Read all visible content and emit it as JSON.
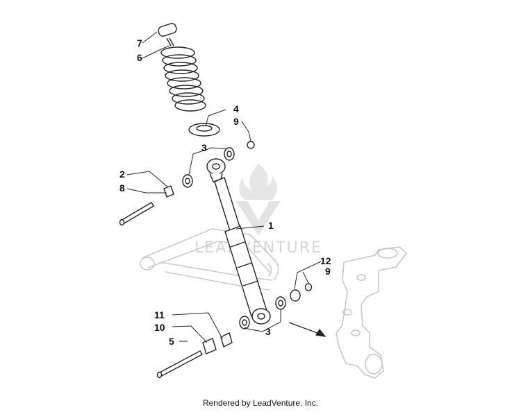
{
  "diagram": {
    "callouts": {
      "c1": "1",
      "c2": "2",
      "c3a": "3",
      "c3b": "3",
      "c4": "4",
      "c5": "5",
      "c6": "6",
      "c7": "7",
      "c8": "8",
      "c9a": "9",
      "c9b": "9",
      "c10": "10",
      "c11": "11",
      "c12": "12"
    },
    "watermark": "LEADVENTURE",
    "footer": "Rendered by LeadVenture, Inc."
  }
}
